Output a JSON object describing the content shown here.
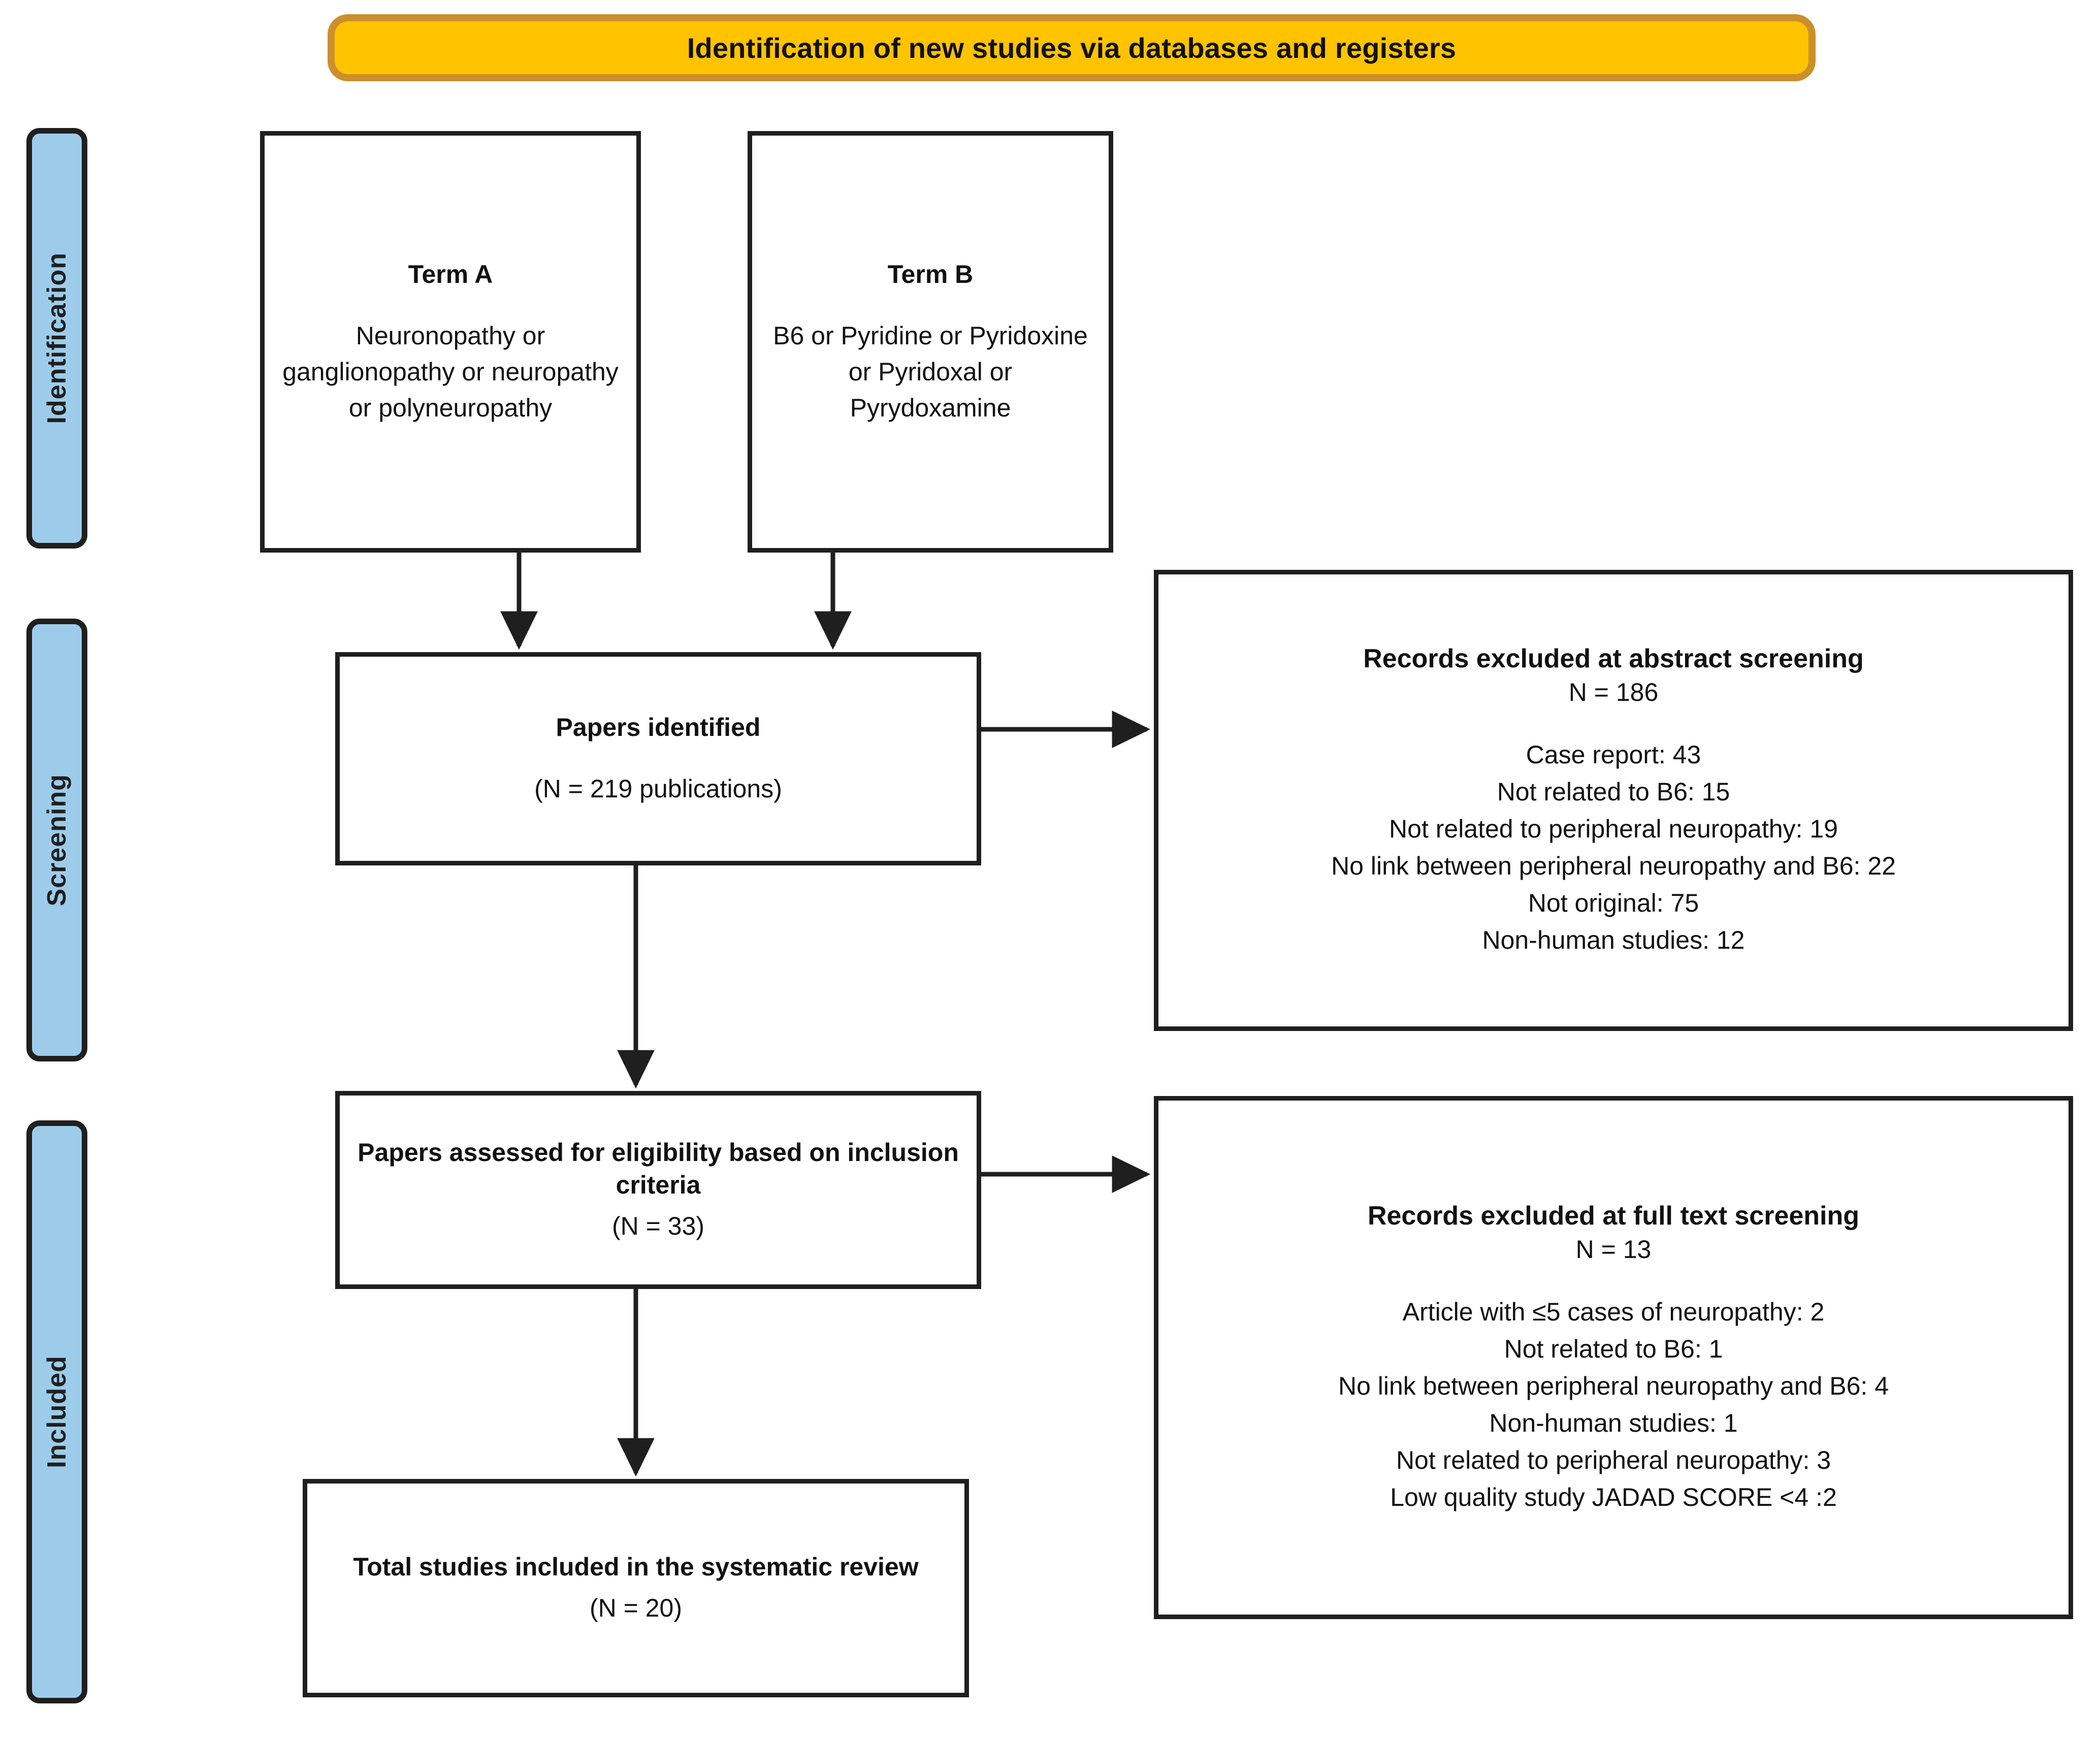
{
  "banner": {
    "title": "Identification of new studies via databases and registers",
    "fill_color": "#FFC300",
    "border_color": "#CC8F2B"
  },
  "stages": {
    "fill_color": "#9DCCEA",
    "border_color": "#1F1F1F",
    "items": [
      {
        "label": "Identification"
      },
      {
        "label": "Screening"
      },
      {
        "label": "Included"
      }
    ]
  },
  "search_terms": {
    "term_a": {
      "title": "Term A",
      "body": "Neuronopathy or ganglionopathy or neuropathy or polyneuropathy"
    },
    "term_b": {
      "title": "Term B",
      "body": "B6 or Pyridine or Pyridoxine or Pyridoxal or Pyrydoxamine"
    }
  },
  "flow": {
    "papers_identified": {
      "title": "Papers identified",
      "count": "(N = 219 publications)"
    },
    "eligibility": {
      "title": "Papers assessed for eligibility based on inclusion criteria",
      "count": "(N = 33)"
    },
    "included_total": {
      "title": "Total studies included in the systematic review",
      "count": "(N = 20)"
    }
  },
  "excluded_abstract": {
    "title": "Records excluded at abstract screening",
    "count": "N = 186",
    "reasons": [
      "Case report: 43",
      "Not related to B6: 15",
      "Not related to peripheral neuropathy: 19",
      "No link between peripheral neuropathy and B6: 22",
      "Not original: 75",
      "Non-human studies: 12"
    ]
  },
  "excluded_fulltext": {
    "title": "Records excluded at full text screening",
    "count": "N = 13",
    "reasons": [
      "Article with ≤5 cases of neuropathy: 2",
      "Not related to B6: 1",
      "No link between peripheral neuropathy and B6: 4",
      "Non-human studies: 1",
      "Not related to peripheral neuropathy: 3",
      "Low quality study JADAD SCORE <4 :2"
    ]
  },
  "chart_data": {
    "type": "diagram",
    "title": "PRISMA flow diagram",
    "nodes": [
      {
        "id": "term_a",
        "label": "Term A",
        "stage": "Identification"
      },
      {
        "id": "term_b",
        "label": "Term B",
        "stage": "Identification"
      },
      {
        "id": "papers_identified",
        "label": "Papers identified",
        "n": 219,
        "stage": "Screening"
      },
      {
        "id": "excluded_abstract",
        "label": "Records excluded at abstract screening",
        "n": 186,
        "stage": "Screening"
      },
      {
        "id": "eligibility",
        "label": "Papers assessed for eligibility based on inclusion criteria",
        "n": 33,
        "stage": "Screening"
      },
      {
        "id": "excluded_fulltext",
        "label": "Records excluded at full text screening",
        "n": 13,
        "stage": "Screening"
      },
      {
        "id": "included_total",
        "label": "Total studies included in the systematic review",
        "n": 20,
        "stage": "Included"
      }
    ],
    "edges": [
      {
        "from": "term_a",
        "to": "papers_identified"
      },
      {
        "from": "term_b",
        "to": "papers_identified"
      },
      {
        "from": "papers_identified",
        "to": "excluded_abstract"
      },
      {
        "from": "papers_identified",
        "to": "eligibility"
      },
      {
        "from": "eligibility",
        "to": "excluded_fulltext"
      },
      {
        "from": "eligibility",
        "to": "included_total"
      }
    ]
  }
}
